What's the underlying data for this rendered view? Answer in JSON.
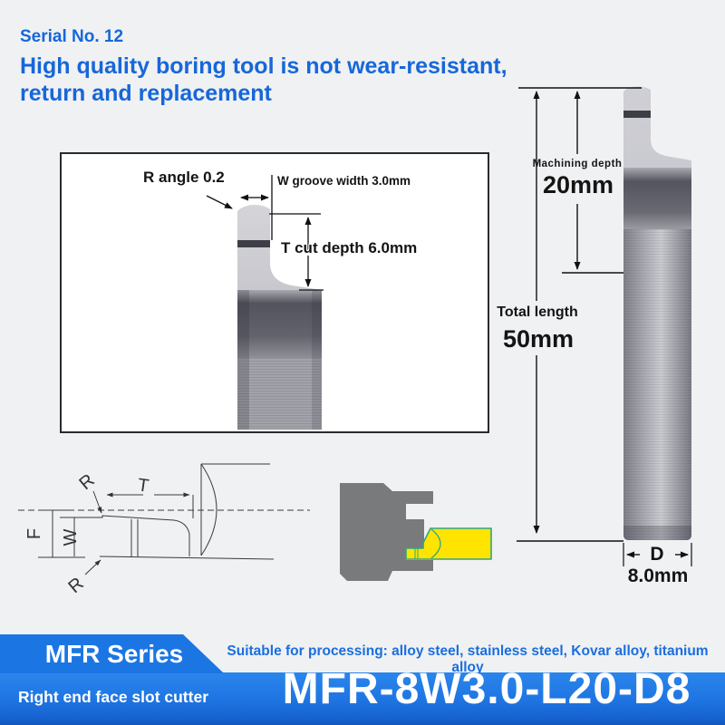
{
  "colors": {
    "accent_blue": "#1667da",
    "banner_blue": "#1b76e4",
    "insert_yellow": "#ffe400",
    "outline_teal": "#2ea487",
    "workpiece_gray": "#797a7c"
  },
  "header": {
    "serial": "Serial No. 12",
    "title_line1": "High quality boring tool is not wear-resistant,",
    "title_line2": "return and replacement"
  },
  "diagram_box": {
    "r_angle_label": "R angle 0.2",
    "w_groove_label": "W groove width 3.0mm",
    "t_cut_label": "T cut depth 6.0mm"
  },
  "right_figure": {
    "machining_depth_label": "Machining depth",
    "machining_depth_value": "20mm",
    "total_length_label": "Total length",
    "total_length_value": "50mm",
    "diameter_label": "D",
    "diameter_value": "8.0mm"
  },
  "cad_drawing": {
    "label_r_top": "R",
    "label_t": "T",
    "label_f": "F",
    "label_w": "W",
    "label_r_bottom": "R"
  },
  "banner": {
    "series_title": "MFR Series",
    "series_subtitle": "Right end face slot cutter",
    "suitable_text": "Suitable for processing: alloy steel, stainless steel, Kovar alloy, titanium alloy",
    "model_code": "MFR-8W3.0-L20-D8"
  }
}
